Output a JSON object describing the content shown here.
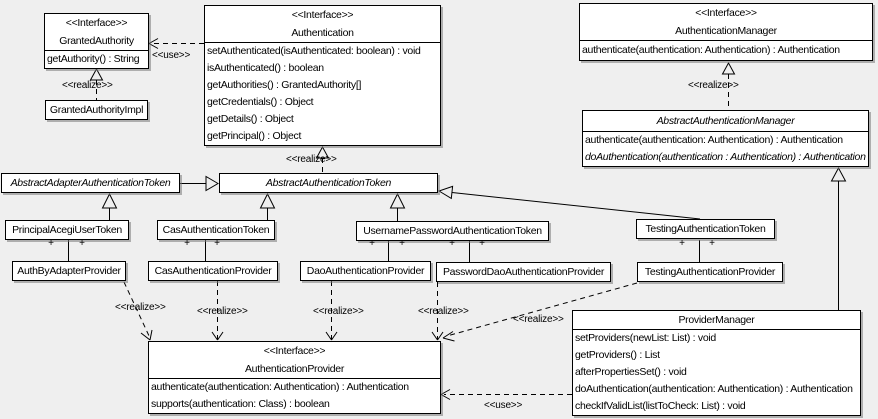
{
  "labels": {
    "realize": "&lt;&lt;realize&gt;&gt;",
    "use": "&lt;&lt;use&gt;&gt;",
    "plus": "+"
  },
  "classes": {
    "granted_authority": {
      "stereotype": "<<Interface>>",
      "name": "GrantedAuthority",
      "methods": [
        "getAuthority() : String"
      ]
    },
    "granted_authority_impl": {
      "name": "GrantedAuthorityImpl"
    },
    "authentication": {
      "stereotype": "<<Interface>>",
      "name": "Authentication",
      "methods": [
        "setAuthenticated(isAuthenticated: boolean) : void",
        "isAuthenticated() : boolean",
        "getAuthorities() : GrantedAuthority[]",
        "getCredentials() : Object",
        "getDetails() : Object",
        "getPrincipal() : Object"
      ]
    },
    "authentication_manager": {
      "stereotype": "<<Interface>>",
      "name": "AuthenticationManager",
      "methods": [
        "authenticate(authentication: Authentication) : Authentication"
      ]
    },
    "abstract_authentication_manager": {
      "name": "AbstractAuthenticationManager",
      "methods": [
        "authenticate(authentication: Authentication) : Authentication",
        "doAuthentication(authentication : Authentication) : Authentication"
      ]
    },
    "abstract_adapter_authentication_token": {
      "name": "AbstractAdapterAuthenticationToken"
    },
    "abstract_authentication_token": {
      "name": "AbstractAuthenticationToken"
    },
    "principal_acegi_user_token": {
      "name": "PrincipalAcegiUserToken"
    },
    "cas_authentication_token": {
      "name": "CasAuthenticationToken"
    },
    "username_password_authentication_token": {
      "name": "UsernamePasswordAuthenticationToken"
    },
    "testing_authentication_token": {
      "name": "TestingAuthenticationToken"
    },
    "auth_by_adapter_provider": {
      "name": "AuthByAdapterProvider"
    },
    "cas_authentication_provider": {
      "name": "CasAuthenticationProvider"
    },
    "dao_authentication_provider": {
      "name": "DaoAuthenticationProvider"
    },
    "password_dao_authentication_provider": {
      "name": "PasswordDaoAuthenticationProvider"
    },
    "testing_authentication_provider": {
      "name": "TestingAuthenticationProvider"
    },
    "authentication_provider": {
      "stereotype": "<<Interface>>",
      "name": "AuthenticationProvider",
      "methods": [
        "authenticate(authentication: Authentication) : Authentication",
        "supports(authentication: Class) : boolean"
      ]
    },
    "provider_manager": {
      "name": "ProviderManager",
      "methods": [
        "setProviders(newList: List) : void",
        "getProviders() : List",
        "afterPropertiesSet() : void",
        "doAuthentication(authentication: Authentication) : Authentication",
        "checkIfValidList(listToCheck: List) : void"
      ]
    }
  }
}
